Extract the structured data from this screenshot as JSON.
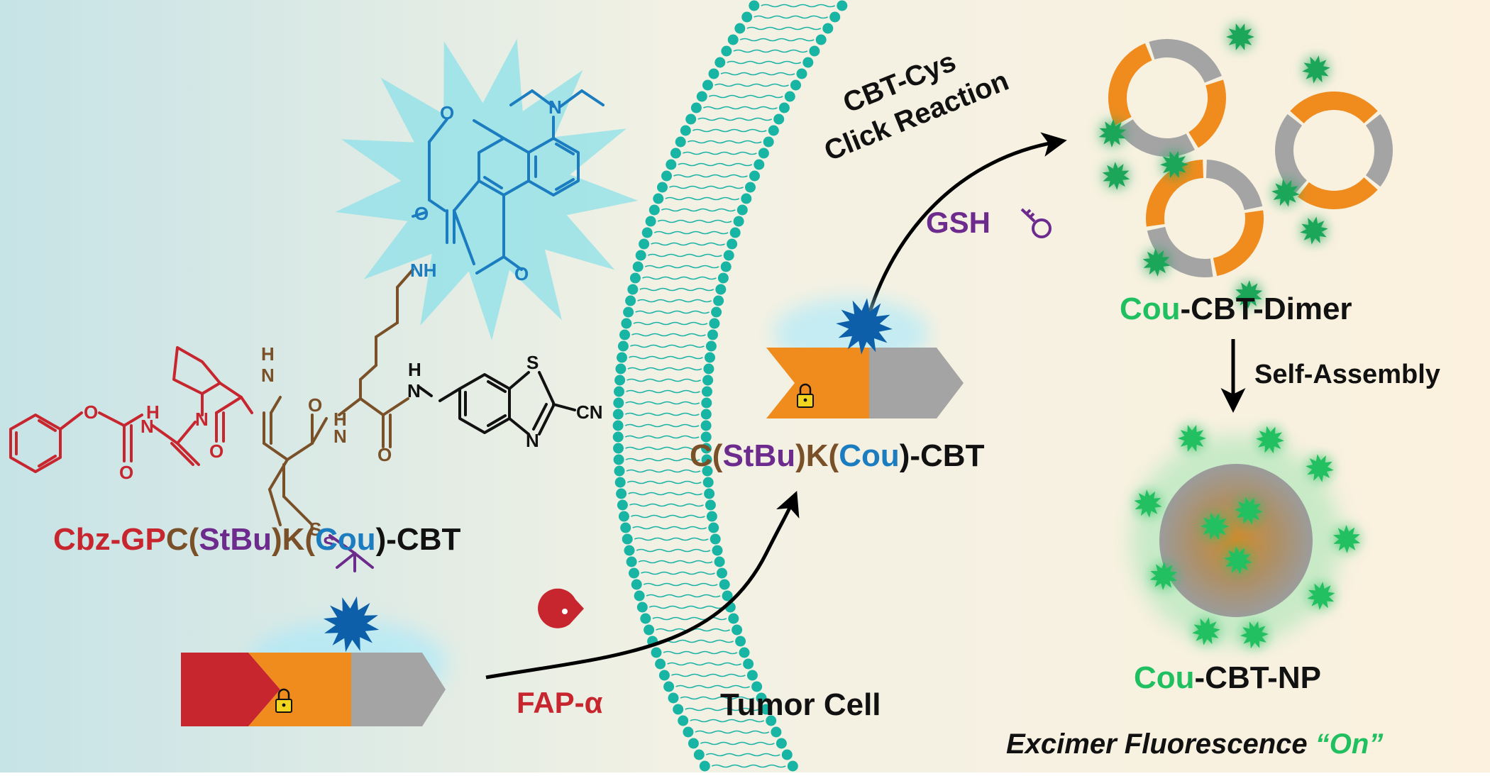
{
  "colors": {
    "red": "#c8262f",
    "brown": "#7a5028",
    "purple": "#6c2b8d",
    "blue": "#1b7cc0",
    "green": "#20c061",
    "teal": "#18b4a4",
    "orange": "#f08c1e",
    "gray": "#a4a4a4",
    "navy": "#0c5fa8"
  },
  "probe_name": {
    "cbz_gp": "Cbz-GP",
    "c": "C",
    "open_paren": "(",
    "stbu": "StBu",
    "close_paren_k": ")K(",
    "cou": "Cou",
    "close_paren_cbt": ")-CBT"
  },
  "intermediate_name": {
    "c_open": "C(",
    "stbu": "StBu",
    "k_open": ")K(",
    "cou": "Cou",
    "cbt": ")-CBT"
  },
  "dimer_name": {
    "cou": "Cou",
    "rest": "-CBT-Dimer"
  },
  "np_name": {
    "cou": "Cou",
    "rest": "-CBT-NP"
  },
  "steps": {
    "click_line1": "CBT-Cys",
    "click_line2": "Click Reaction",
    "gsh": "GSH",
    "enzyme": "FAP-α",
    "assembly": "Self-Assembly",
    "cell": "Tumor Cell"
  },
  "outcome": {
    "prefix": "Excimer Fluorescence ",
    "open_quote": "“",
    "on": "On",
    "close_quote": "”"
  },
  "structure_atoms": {
    "nitrogen": "N",
    "oxygen": "O",
    "amide_nh": "NH",
    "h": "H",
    "sulfur": "S",
    "nitrile": "CN"
  }
}
